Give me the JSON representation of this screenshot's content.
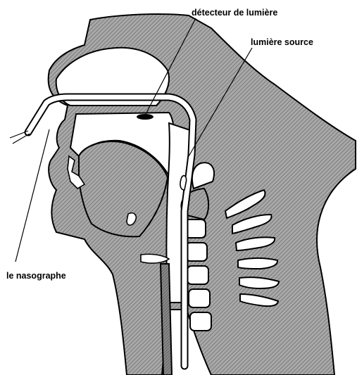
{
  "labels": {
    "light_detector": "détecteur de lumière",
    "light_source": "lumière source",
    "nasograph": "le nasographe"
  },
  "colors": {
    "background": "#ffffff",
    "ink": "#000000",
    "tissue_fill": "#9a9a9a"
  }
}
